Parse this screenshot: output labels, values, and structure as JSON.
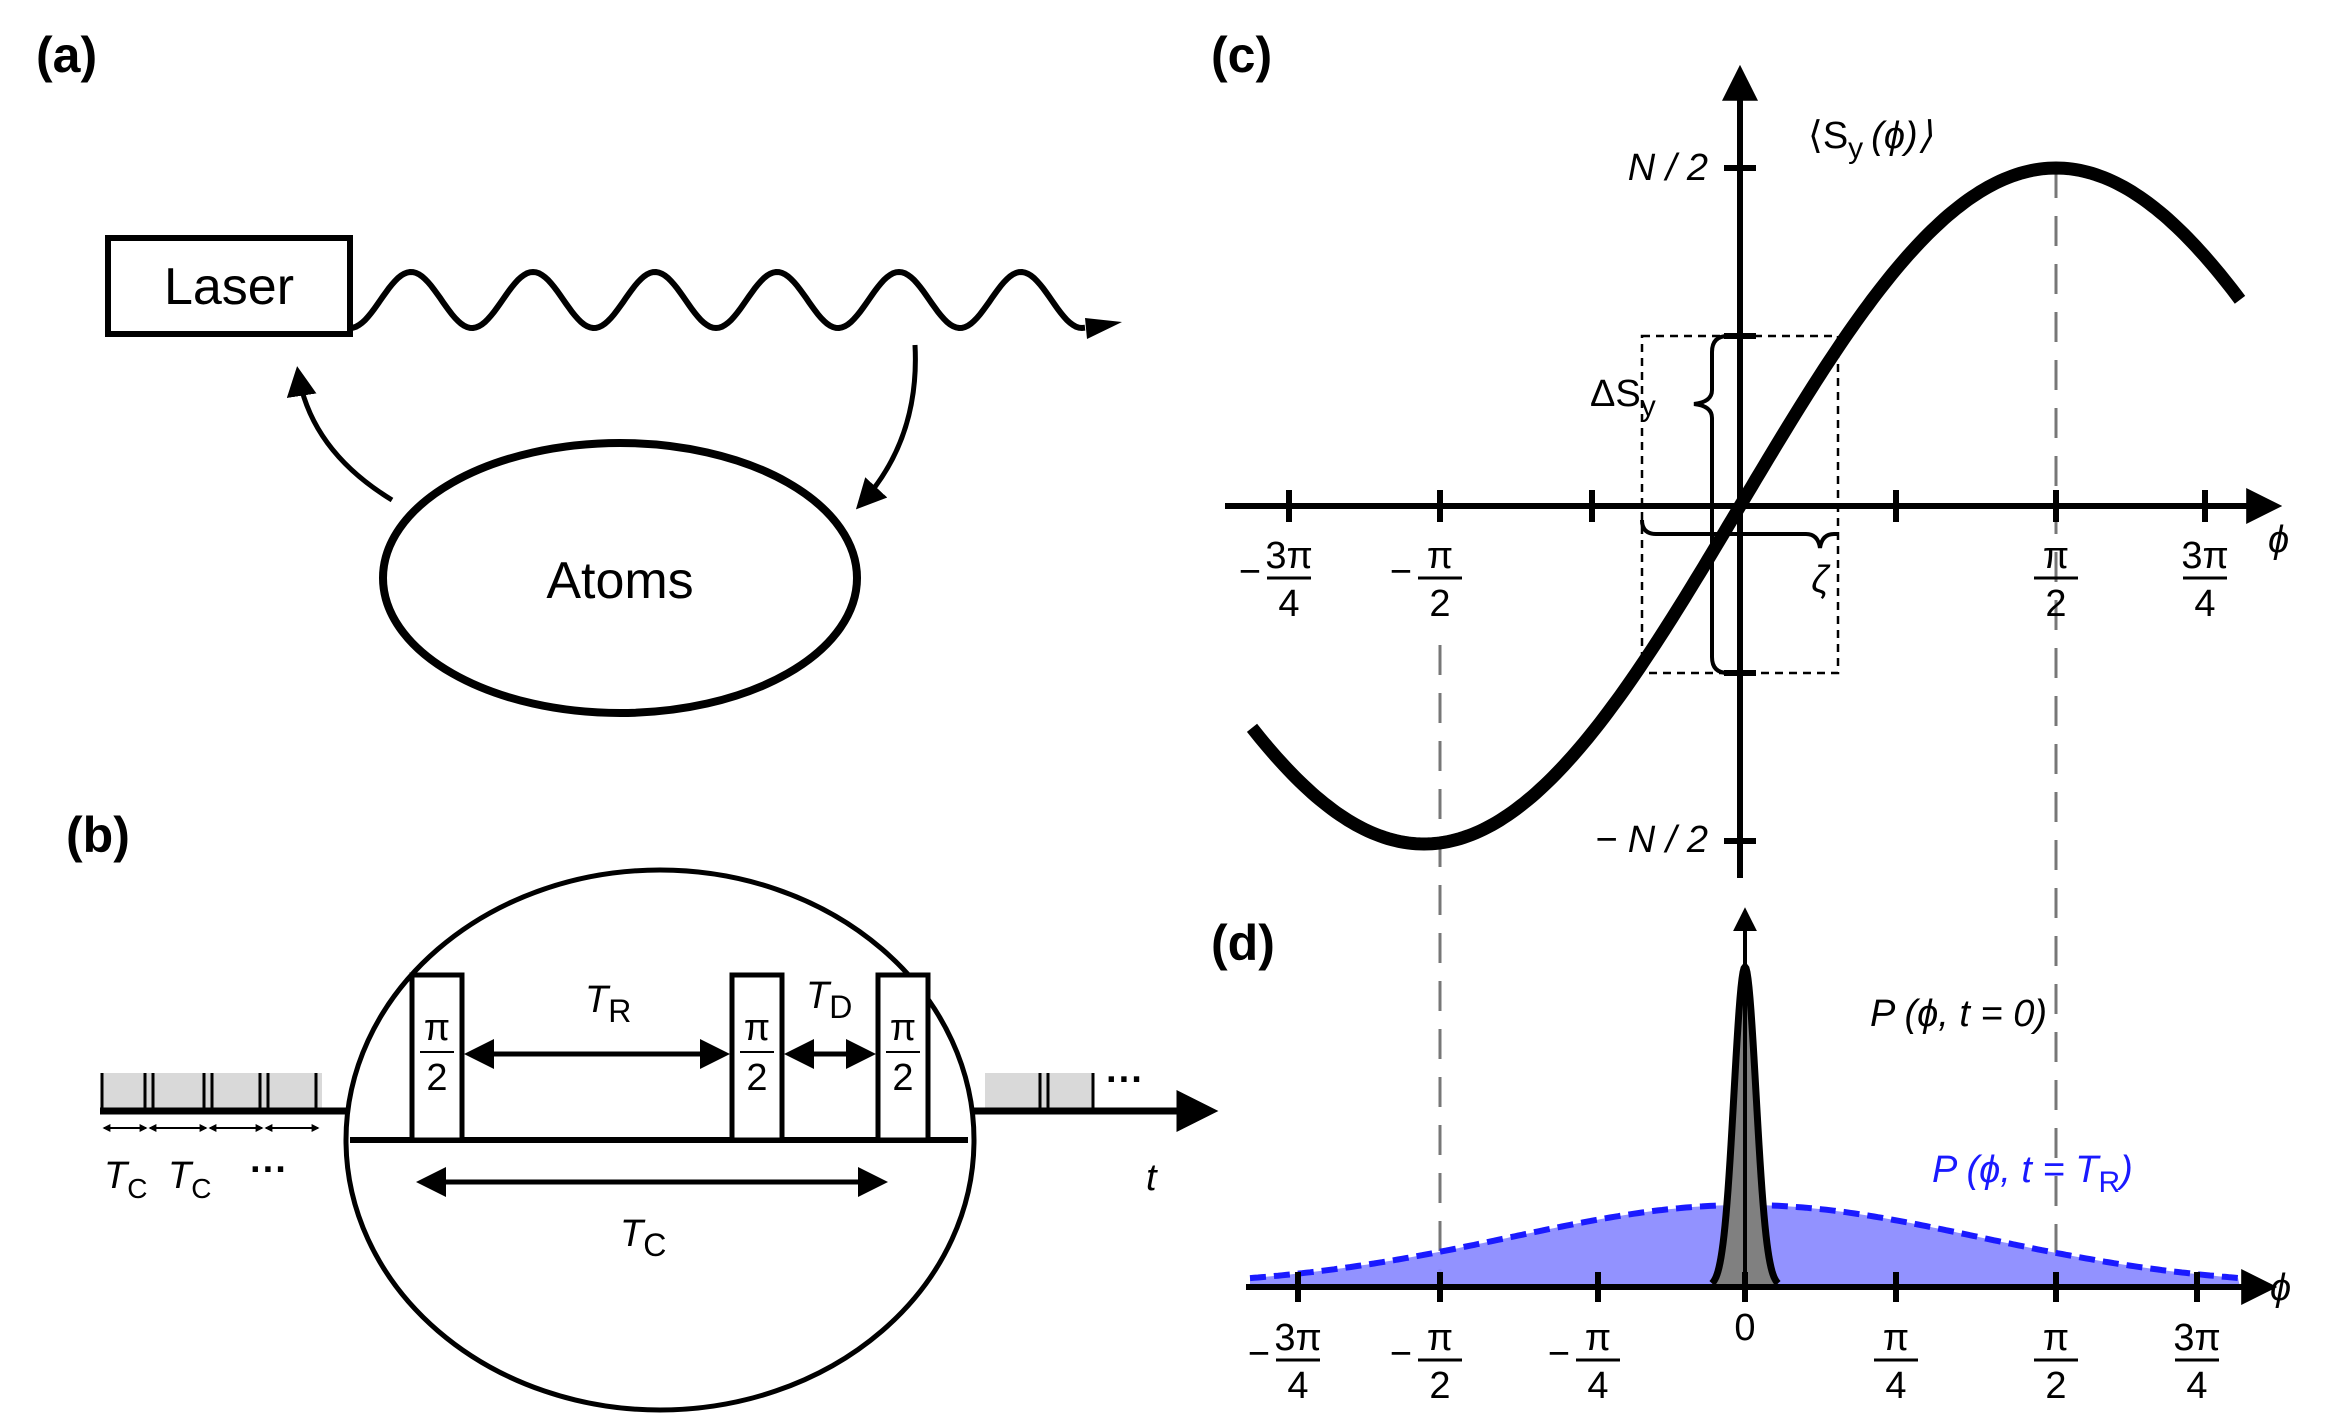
{
  "panels": {
    "a": {
      "label": "(a)",
      "laser": "Laser",
      "atoms": "Atoms"
    },
    "b": {
      "label": "(b)",
      "pulse_num": "π",
      "pulse_den": "2",
      "t_r": "T",
      "t_r_sub": "R",
      "t_d": "T",
      "t_d_sub": "D",
      "t_c": "T",
      "t_c_sub": "C",
      "t_axis": "t",
      "dots": "···"
    },
    "c": {
      "label": "(c)",
      "y_label": "⟨S",
      "y_label_sub": "y",
      "y_label_rest": "(ϕ)⟩",
      "n_half_pos": "N / 2",
      "n_half_neg": "− N / 2",
      "delta_s": "ΔS",
      "delta_s_sub": "y",
      "zeta": "ζ",
      "phi": "ϕ",
      "ticks": [
        {
          "sign": "−",
          "num": "3π",
          "den": "4"
        },
        {
          "sign": "−",
          "num": "π",
          "den": "2"
        },
        {
          "sign": "",
          "num": "π",
          "den": "2"
        },
        {
          "sign": "",
          "num": "3π",
          "den": "4"
        }
      ]
    },
    "d": {
      "label": "(d)",
      "p0": "P (ϕ, t = 0)",
      "pr": "P (ϕ, t = T",
      "pr_sub": "R",
      "pr_end": ")",
      "phi": "ϕ",
      "zero": "0",
      "ticks": [
        {
          "sign": "−",
          "num": "3π",
          "den": "4"
        },
        {
          "sign": "−",
          "num": "π",
          "den": "2"
        },
        {
          "sign": "−",
          "num": "π",
          "den": "4"
        },
        {
          "sign": "",
          "num": "π",
          "den": "4"
        },
        {
          "sign": "",
          "num": "π",
          "den": "2"
        },
        {
          "sign": "",
          "num": "3π",
          "den": "4"
        }
      ]
    }
  },
  "colors": {
    "ink": "#000000",
    "blue_line": "#1a1aff",
    "blue_fill": "#8c8cff",
    "gray_fill": "#808080",
    "box_fill": "#d9d9d9",
    "dash_gray": "#777777"
  }
}
